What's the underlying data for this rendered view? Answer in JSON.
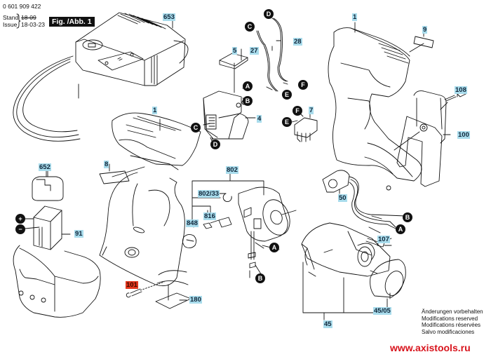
{
  "header": {
    "part_number": "0 601 909 422",
    "stand_label": "Stand",
    "stand_value": "18-09",
    "issue_label": "Issue",
    "issue_value": "18-03-23",
    "figure_label": "Fig. /Abb. 1"
  },
  "parts": {
    "charger": "653",
    "housing_left": "1",
    "housing_right": "1",
    "switch_cover": "5",
    "wire_27": "27",
    "wire_28": "28",
    "switch": "4",
    "contact_holder": "7",
    "nameplate_9": "9",
    "screw_108": "108",
    "belt_clip": "100",
    "label_8": "8",
    "battery_cap": "652",
    "battery": "91",
    "motor_assembly": "802",
    "retaining_ring": "802/33",
    "brush_holder": "816",
    "brush_cap": "848",
    "led_module": "50",
    "screw_107": "107",
    "gear_assembly": "45",
    "nose_cap": "45/05",
    "screw_101": "101",
    "label_180": "180"
  },
  "connectors": {
    "a": "A",
    "b": "B",
    "c": "C",
    "d": "D",
    "e": "E",
    "f": "F",
    "plus": "+",
    "minus": "−"
  },
  "footer": {
    "notice_de": "Änderungen vorbehalten",
    "notice_en": "Modifications reserved",
    "notice_fr": "Modifications réservées",
    "notice_es": "Salvo modificaciones",
    "website": "www.axistools.ru"
  },
  "colors": {
    "label_highlight": "#a9dcec",
    "label_highlight_red": "#e2361d",
    "website_red": "#d8131c"
  }
}
